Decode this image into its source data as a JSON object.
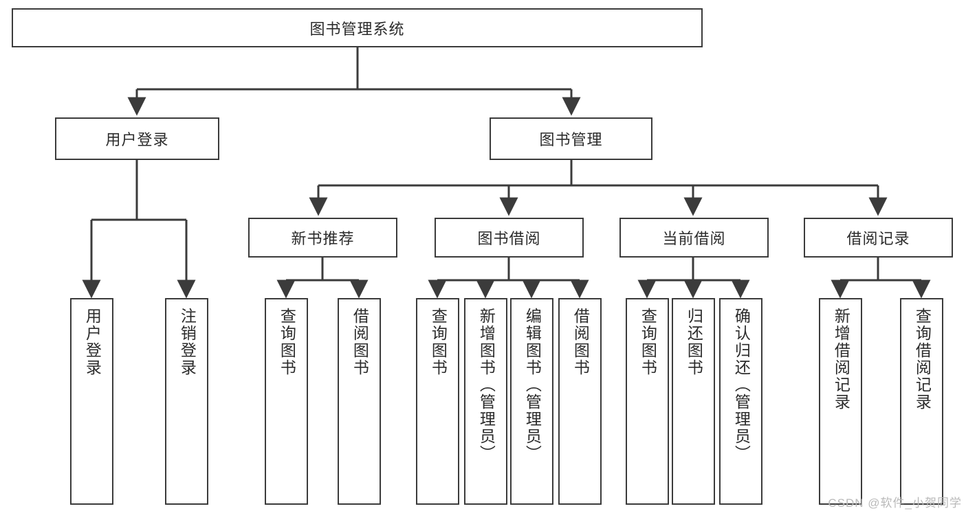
{
  "diagram": {
    "title_node": {
      "id": "root",
      "label": "图书管理系统"
    },
    "level2": [
      {
        "id": "user-login",
        "label": "用户登录"
      },
      {
        "id": "book-manage",
        "label": "图书管理"
      }
    ],
    "level3": [
      {
        "id": "new-book-recommend",
        "label": "新书推荐"
      },
      {
        "id": "book-borrow",
        "label": "图书借阅"
      },
      {
        "id": "current-borrow",
        "label": "当前借阅"
      },
      {
        "id": "borrow-record",
        "label": "借阅记录"
      }
    ],
    "leaves": [
      {
        "id": "leaf-user-login",
        "label": "用户登录"
      },
      {
        "id": "leaf-logout-login",
        "label": "注销登录"
      },
      {
        "id": "leaf-query-book-1",
        "label": "查询图书"
      },
      {
        "id": "leaf-borrow-book-1",
        "label": "借阅图书"
      },
      {
        "id": "leaf-query-book-2",
        "label": "查询图书"
      },
      {
        "id": "leaf-add-book",
        "label": "新增图书（管理员）"
      },
      {
        "id": "leaf-edit-book",
        "label": "编辑图书（管理员）"
      },
      {
        "id": "leaf-borrow-book-2",
        "label": "借阅图书"
      },
      {
        "id": "leaf-query-book-3",
        "label": "查询图书"
      },
      {
        "id": "leaf-return-book",
        "label": "归还图书"
      },
      {
        "id": "leaf-confirm-return",
        "label": "确认归还（管理员）"
      },
      {
        "id": "leaf-add-record",
        "label": "新增借阅记录"
      },
      {
        "id": "leaf-query-record",
        "label": "查询借阅记录"
      }
    ]
  },
  "watermark": {
    "text": "CSDN @软件_小贺同学"
  },
  "colors": {
    "stroke": "#3b3b3b",
    "text": "#2b2b2b",
    "background": "#ffffff",
    "watermark": "#b9b9b9"
  }
}
